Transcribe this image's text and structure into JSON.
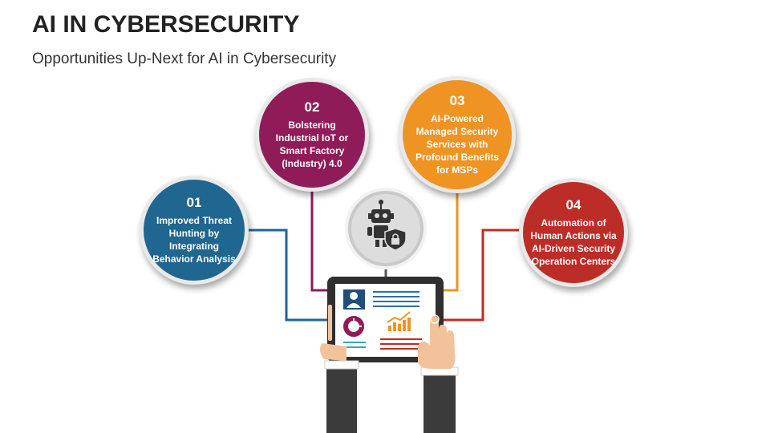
{
  "header": {
    "title": "AI IN CYBERSECURITY",
    "subtitle": "Opportunities Up-Next for AI in Cybersecurity"
  },
  "steps": [
    {
      "number": "01",
      "text": "Improved Threat Hunting by Integrating Behavior Analysis",
      "color": "#1f6690"
    },
    {
      "number": "02",
      "text": "Bolstering Industrial IoT or Smart Factory (Industry) 4.0",
      "color": "#8f1c58"
    },
    {
      "number": "03",
      "text": "AI-Powered Managed Security Services with Profound Benefits for MSPs",
      "color": "#ef9422"
    },
    {
      "number": "04",
      "text": "Automation of Human Actions via AI-Driven Security Operation Centers",
      "color": "#bd2d27"
    }
  ],
  "icons": {
    "center": "robot-shield-icon",
    "tablet": "tablet-dashboard-icon"
  }
}
